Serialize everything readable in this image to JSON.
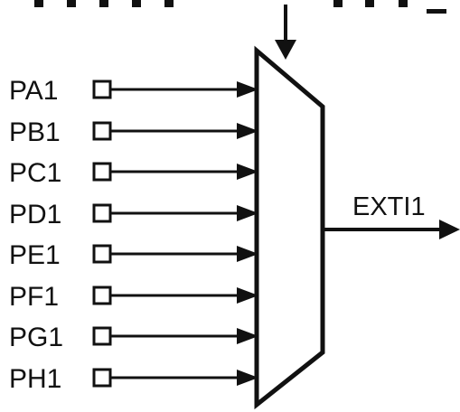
{
  "diagram": {
    "inputs": [
      "PA1",
      "PB1",
      "PC1",
      "PD1",
      "PE1",
      "PF1",
      "PG1",
      "PH1"
    ],
    "output": "EXTI1",
    "colors": {
      "line": "#111111",
      "background": "#ffffff"
    }
  }
}
